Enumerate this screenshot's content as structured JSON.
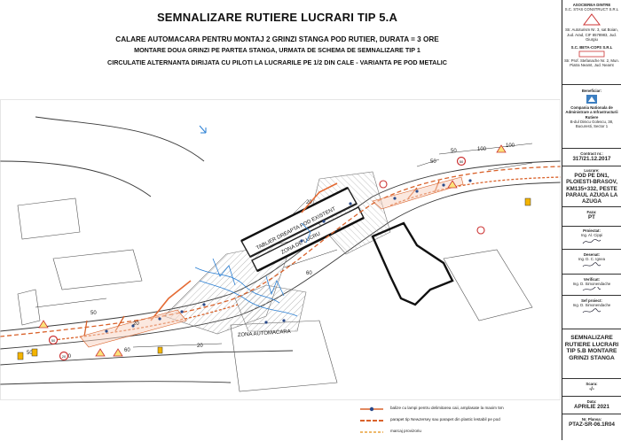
{
  "title": {
    "main": "SEMNALIZARE RUTIERE LUCRARI TIP 5.A",
    "line1": "CALARE AUTOMACARA PENTRU MONTAJ 2 GRINZI STANGA POD RUTIER, DURATA = 3 ORE",
    "line2": "MONTARE DOUA GRINZI PE PARTEA STANGA, URMATA DE SCHEMA DE SEMNALIZARE TIP 1",
    "line3": "CIRCULATIE ALTERNANTA DIRIJATA CU PILOTI LA LUCRARILE PE 1/2 DIN CALE - VARIANTA PE POD METALIC"
  },
  "drawing": {
    "label_tablier": "TABLIER DREAPTA POD EXISTENT",
    "label_zona_lucru": "ZONA DE LUCRU",
    "label_zona_automacara": "ZONA AUTOMACARA",
    "dims": [
      "50",
      "100",
      "100",
      "60",
      "50",
      "50",
      "20",
      "20",
      "20",
      "60",
      "100",
      "50"
    ],
    "signs": [
      "50",
      "20",
      "50"
    ]
  },
  "legend": {
    "item1": "balize cu lampi pentru delimitarea caii, amplasate la maxim 5m",
    "item2": "parapet tip NewJersey sau parapet din plastic lestabil pe pod",
    "item3": "marcaj provizoriu"
  },
  "title_block": {
    "association": "ASOCIEREA DINTRE",
    "company1_name": "S.C. STAS CONSTRUCT S.R.L",
    "company1_address": "Str. Autoturism Nr. 3, sat Boian, Jud. Arad, CIF 8578983, Jud. Giurgiu",
    "company2_name": "S.C. BETA-COPS S.R.L",
    "company2_address": "Str. Prof. Stefanache Nr. 2, Mun. Piatra Neamt, Jud. Neamt",
    "beneficiar_label": "Beneficiar:",
    "beneficiar_name": "Compania Nationala de Administrare a Infrastructurii Rutiere",
    "beneficiar_address": "B-dul Dinicu Golescu, 38, Bucuresti, Sector 1",
    "contract_label": "Contract nr.:",
    "contract_value": "317/21.12.2017",
    "lucrare_label": "Lucrare:",
    "lucrare_value": "POD PE DN1, PLOIESTI-BRASOV, KM135+332, PESTE PARAUL AZUGA LA AZUGA",
    "faza_label": "Faza:",
    "faza_value": "PT",
    "proiectat_label": "Proiectat:",
    "proiectat_name": "Ing. Al. Cippi",
    "desenat_label": "Desenat:",
    "desenat_name": "Ing. D. C. Ignea",
    "verificat_label": "Verificat:",
    "verificat_name": "Ing. D. Simonendache",
    "sef_label": "Sef proiect:",
    "sef_name": "Ing. D. Simonendache",
    "plansa_title": "SEMNALIZARE RUTIERE LUCRARI TIP 5.B MONTARE GRINZI STANGA",
    "scara_label": "Scara:",
    "scara_value": "-/-",
    "data_label": "Data:",
    "data_value": "APRILIE 2021",
    "nr_plansa_label": "Nr. Plansa:",
    "nr_plansa_value": "PTAZ-SR-06.1R04"
  },
  "colors": {
    "road": "#3a3a3a",
    "barrier": "#d9622b",
    "bridge": "#333333",
    "water": "#2a7fd4",
    "hatch": "#8a8a8a"
  }
}
